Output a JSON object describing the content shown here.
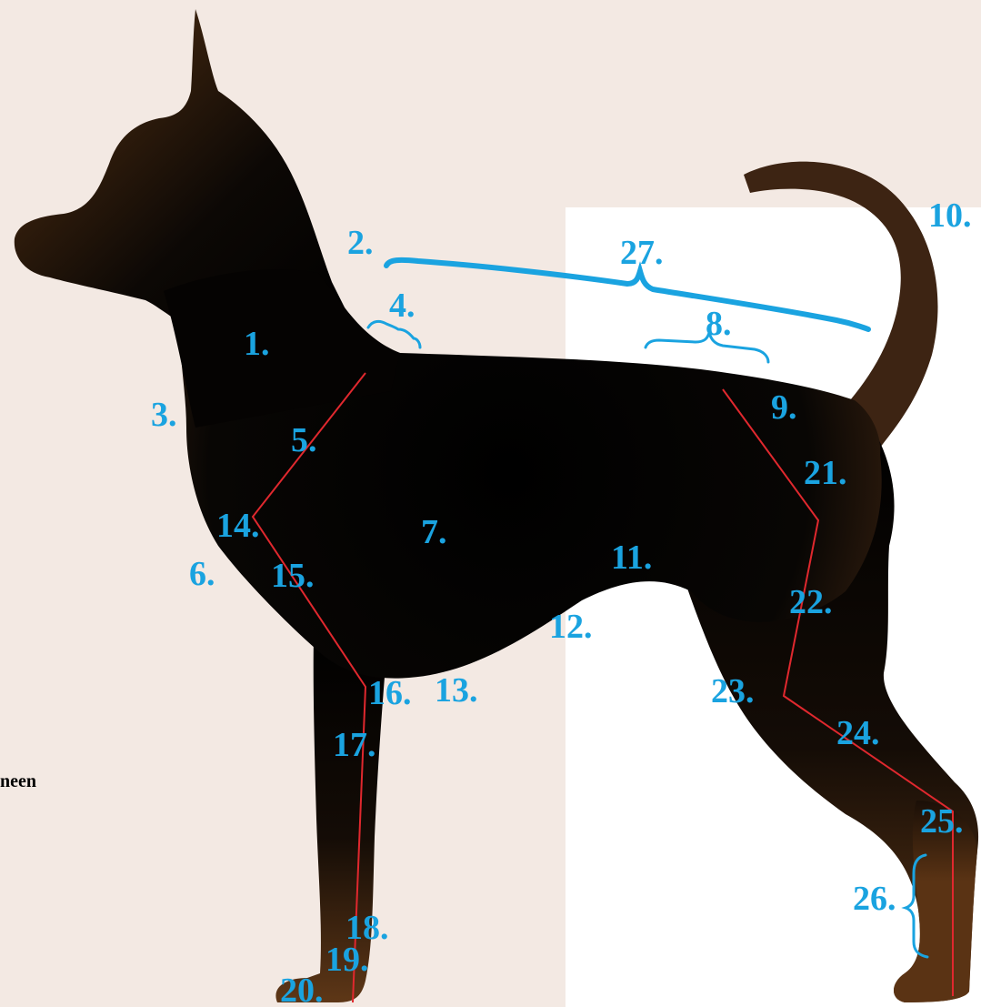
{
  "diagram": {
    "side_text": "neen",
    "labels": [
      {
        "id": "1",
        "text": "1."
      },
      {
        "id": "2",
        "text": "2."
      },
      {
        "id": "3",
        "text": "3."
      },
      {
        "id": "4",
        "text": "4."
      },
      {
        "id": "5",
        "text": "5."
      },
      {
        "id": "6",
        "text": "6."
      },
      {
        "id": "7",
        "text": "7."
      },
      {
        "id": "8",
        "text": "8."
      },
      {
        "id": "9",
        "text": "9."
      },
      {
        "id": "10",
        "text": "10."
      },
      {
        "id": "11",
        "text": "11."
      },
      {
        "id": "12",
        "text": "12."
      },
      {
        "id": "13",
        "text": "13."
      },
      {
        "id": "14",
        "text": "14."
      },
      {
        "id": "15",
        "text": "15."
      },
      {
        "id": "16",
        "text": "16."
      },
      {
        "id": "17",
        "text": "17."
      },
      {
        "id": "18",
        "text": "18."
      },
      {
        "id": "19",
        "text": "19."
      },
      {
        "id": "20",
        "text": "20."
      },
      {
        "id": "21",
        "text": "21."
      },
      {
        "id": "22",
        "text": "22."
      },
      {
        "id": "23",
        "text": "23."
      },
      {
        "id": "24",
        "text": "24."
      },
      {
        "id": "25",
        "text": "25."
      },
      {
        "id": "26",
        "text": "26."
      },
      {
        "id": "27",
        "text": "27."
      }
    ],
    "colors": {
      "background_left": "#f3e9e3",
      "background_right": "#ffffff",
      "silhouette_core": "#000000",
      "silhouette_edge": "#6b3c17",
      "label": "#1aa3e0",
      "angle_lines": "#e0282e"
    }
  }
}
